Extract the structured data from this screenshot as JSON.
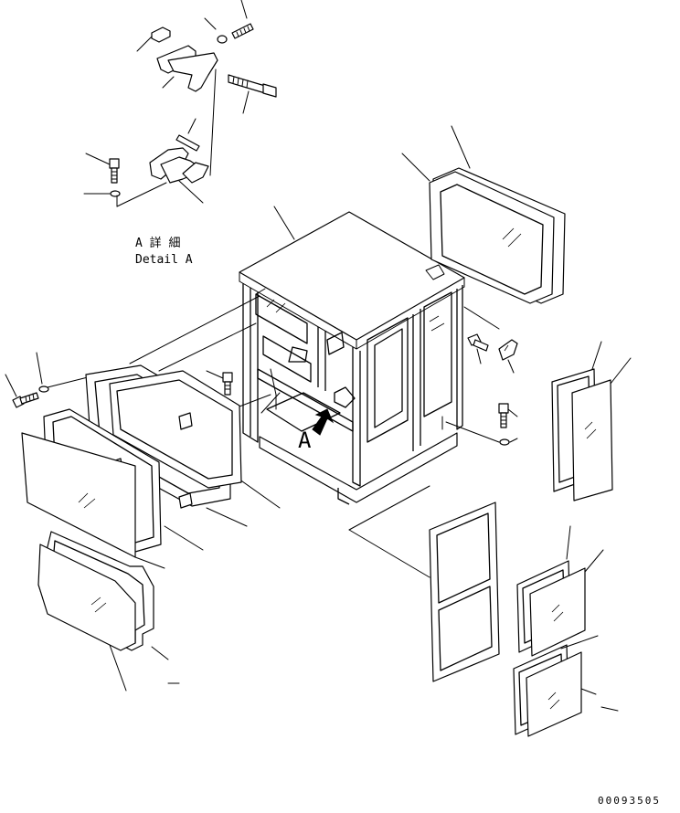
{
  "detail_heading": {
    "jp": "A 詳 細",
    "en": "Detail A"
  },
  "view_marker": "A",
  "drawing_number": "00093505"
}
